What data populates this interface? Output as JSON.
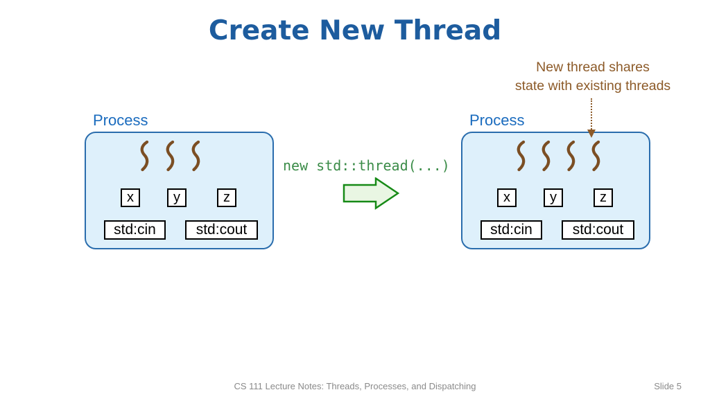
{
  "title": "Create New Thread",
  "annotation": {
    "line1": "New thread shares",
    "line2": "state with existing threads"
  },
  "transition": {
    "code": "new std::thread(...)"
  },
  "left_process": {
    "label": "Process",
    "thread_count": 3,
    "variables": [
      "x",
      "y",
      "z"
    ],
    "io_boxes": [
      "std:cin",
      "std:cout"
    ]
  },
  "right_process": {
    "label": "Process",
    "thread_count": 4,
    "variables": [
      "x",
      "y",
      "z"
    ],
    "io_boxes": [
      "std:cin",
      "std:cout"
    ]
  },
  "footer": {
    "lecture": "CS 111 Lecture Notes: Threads, Processes, and Dispatching",
    "slide": "Slide 5"
  },
  "icons": {
    "thread": "thread-squiggle-icon",
    "transition": "right-block-arrow-icon",
    "annotation_pointer": "dotted-down-arrow-icon"
  },
  "colors": {
    "title_blue": "#1D5C9E",
    "process_blue": "#1A6BBE",
    "box_border": "#2A6DAD",
    "box_fill": "#DEF0FB",
    "annotation_brown": "#8C5A28",
    "thread_brown": "#7B4E23",
    "code_green": "#3B8C48",
    "arrow_green": "#168A16",
    "arrow_fill": "#E9F6E3",
    "footer_gray": "#8A8A8A"
  }
}
